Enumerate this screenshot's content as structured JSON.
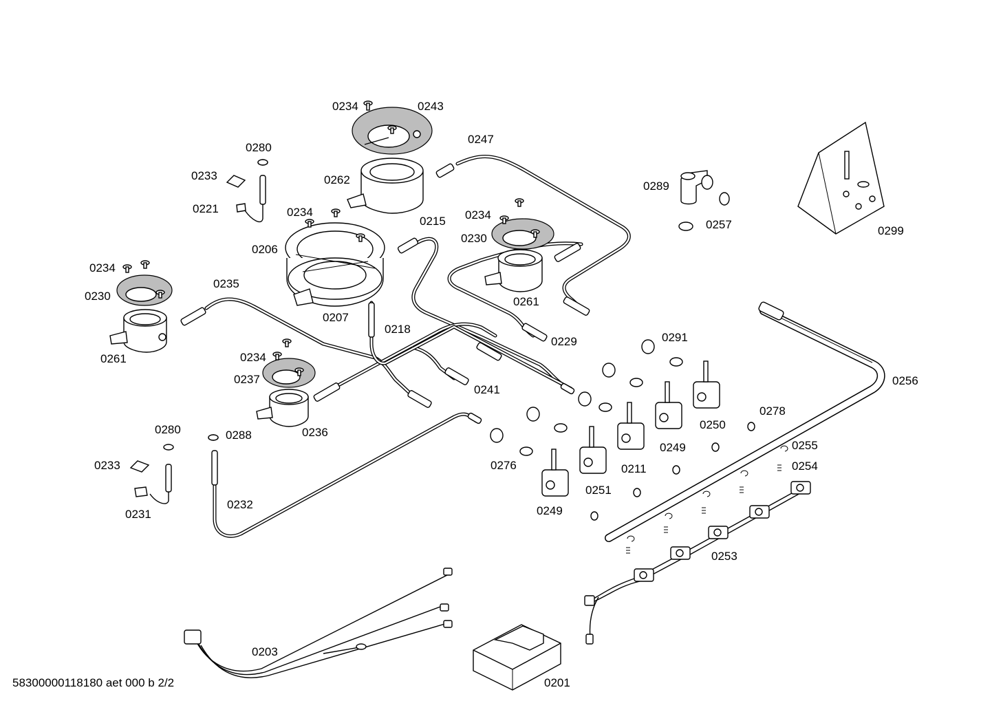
{
  "footer": "58300000118180 aet 000 b 2/2",
  "labels": {
    "l0234_top": "0234",
    "l0243": "0243",
    "l0247": "0247",
    "l0280_top": "0280",
    "l0233_top": "0233",
    "l0262": "0262",
    "l0221": "0221",
    "l0234_b": "0234",
    "l0206": "0206",
    "l0215": "0215",
    "l0234_c": "0234",
    "l0230_c": "0230",
    "l0261_c": "0261",
    "l0289": "0289",
    "l0257": "0257",
    "l0299": "0299",
    "l0234_left": "0234",
    "l0230_left": "0230",
    "l0235": "0235",
    "l0207": "0207",
    "l0218": "0218",
    "l0229": "0229",
    "l0261_left": "0261",
    "l0291": "0291",
    "l0256": "0256",
    "l0234_d": "0234",
    "l0237": "0237",
    "l0241": "0241",
    "l0236": "0236",
    "l0250": "0250",
    "l0278": "0278",
    "l0249_a": "0249",
    "l0255": "0255",
    "l0280_b": "0280",
    "l0288": "0288",
    "l0233_b": "0233",
    "l0276": "0276",
    "l0211": "0211",
    "l0254": "0254",
    "l0251": "0251",
    "l0231": "0231",
    "l0232": "0232",
    "l0249_b": "0249",
    "l0253": "0253",
    "l0203": "0203",
    "l0201": "0201"
  }
}
